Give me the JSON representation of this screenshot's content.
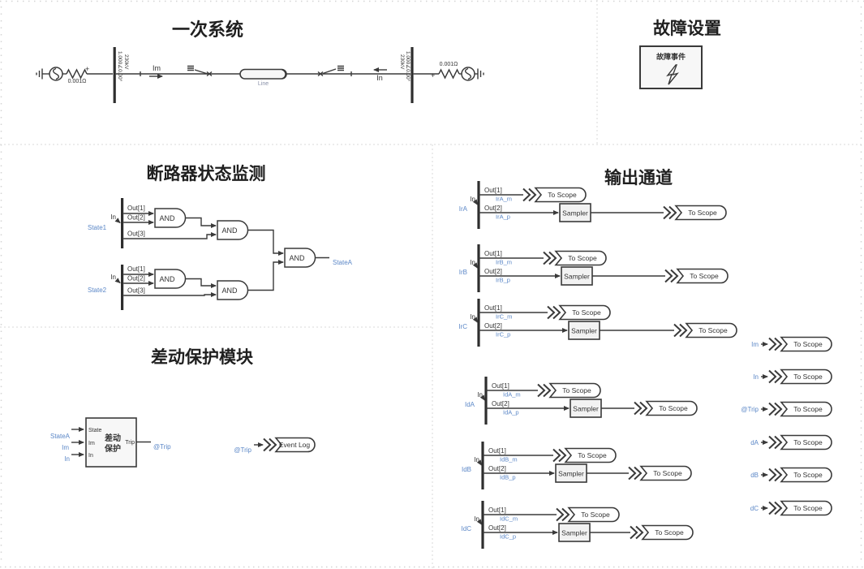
{
  "primary": {
    "title": "一次系统",
    "resistance": "0.001Ω",
    "plus": "+",
    "bus": {
      "line1": "1.000∠0.00°",
      "line2": "230kV"
    },
    "im": "Im",
    "in": "In",
    "line": "Line"
  },
  "fault": {
    "title": "故障设置",
    "block": "故障事件"
  },
  "breaker": {
    "title": "断路器状态监测",
    "inputs": [
      "State1",
      "State2"
    ],
    "in_port": "In",
    "outs": [
      "Out[1]",
      "Out[2]",
      "Out[3]"
    ],
    "gate": "AND",
    "output": "StateA"
  },
  "diff": {
    "title": "差动保护模块",
    "inputs": [
      "StateA",
      "Im",
      "In"
    ],
    "ports": [
      "State",
      "Im",
      "In"
    ],
    "name1": "差动",
    "name2": "保护",
    "trip": "Trip",
    "trip_signal": "@Trip",
    "event_label": "Event Log"
  },
  "output": {
    "title": "输出通道",
    "in_port": "In",
    "out1": "Out[1]",
    "out2": "Out[2]",
    "sampler": "Sampler",
    "scope": "To Scope",
    "groups": [
      {
        "name": "IrA",
        "m": "IrA_m",
        "p": "IrA_p"
      },
      {
        "name": "IrB",
        "m": "IrB_m",
        "p": "IrB_p"
      },
      {
        "name": "IrC",
        "m": "IrC_m",
        "p": "IrC_p"
      },
      {
        "name": "IdA",
        "m": "IdA_m",
        "p": "IdA_p"
      },
      {
        "name": "IdB",
        "m": "IdB_m",
        "p": "IdB_p"
      },
      {
        "name": "IdC",
        "m": "IdC_m",
        "p": "IdC_p"
      }
    ],
    "scopes": [
      "Im",
      "In",
      "@Trip",
      "dA",
      "dB",
      "dC"
    ]
  },
  "colors": {
    "wire": "#3a3a3a",
    "signal_blue": "#5b87c7",
    "block_fill": "#f2f2f2"
  }
}
